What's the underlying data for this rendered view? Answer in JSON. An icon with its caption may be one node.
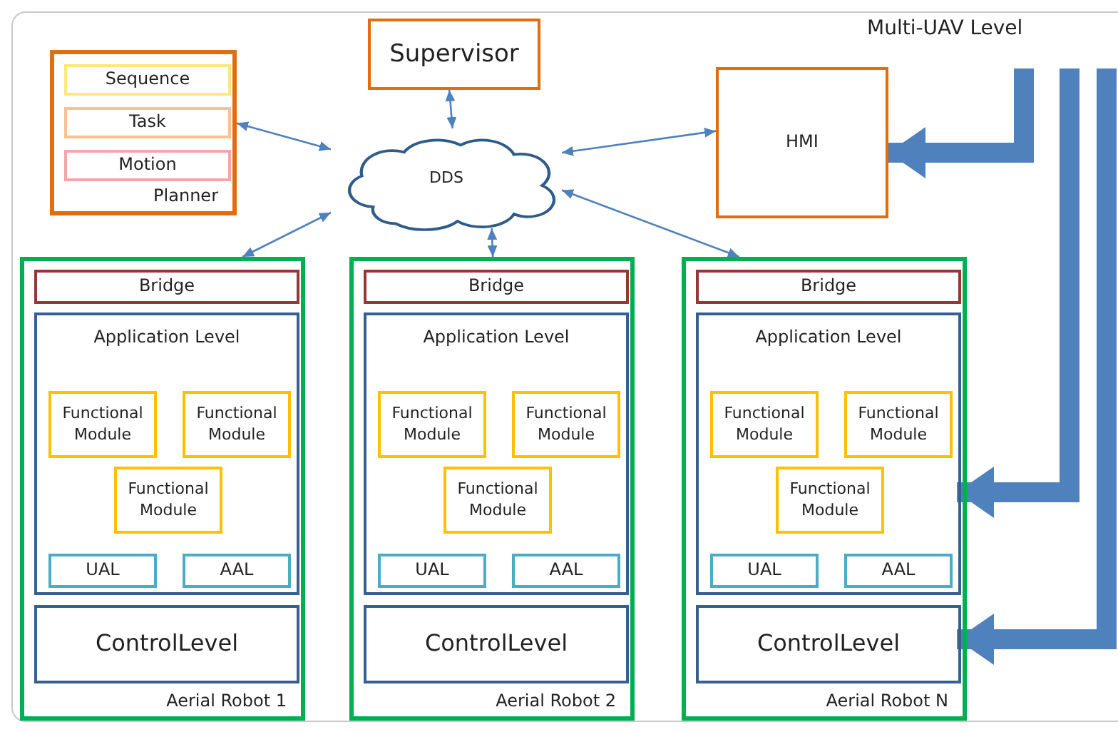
{
  "diagram": {
    "nodes": [
      {
        "text": [
          "Planner"
        ]
      },
      {
        "text": [
          "Sequence"
        ],
        "in": 0
      },
      {
        "text": [
          "Task"
        ],
        "in": 0
      },
      {
        "text": [
          "Motion"
        ],
        "in": 0
      },
      {
        "text": [
          "Supervisor"
        ]
      },
      {
        "text": [
          "DDS"
        ]
      },
      {
        "text": [
          "HMI"
        ]
      },
      {
        "text": [
          "Aerial Robot 1"
        ]
      },
      {
        "text": [
          "Bridge"
        ],
        "in": 7
      },
      {
        "text": [
          "Application Level"
        ],
        "in": 7
      },
      {
        "text": [
          "Functional Module"
        ],
        "in": 9
      },
      {
        "text": [
          "Functional Module"
        ],
        "in": 9
      },
      {
        "text": [
          "Functional Module"
        ],
        "in": 9
      },
      {
        "text": [
          "UAL"
        ],
        "in": 9
      },
      {
        "text": [
          "AAL"
        ],
        "in": 9
      },
      {
        "text": [
          "ControlLevel"
        ],
        "in": 7
      },
      {
        "text": [
          "Aerial Robot 2"
        ]
      },
      {
        "text": [
          "Bridge"
        ],
        "in": 16
      },
      {
        "text": [
          "Application Level"
        ],
        "in": 16
      },
      {
        "text": [
          "Functional Module"
        ],
        "in": 18
      },
      {
        "text": [
          "Functional Module"
        ],
        "in": 18
      },
      {
        "text": [
          "Functional Module"
        ],
        "in": 18
      },
      {
        "text": [
          "UAL"
        ],
        "in": 18
      },
      {
        "text": [
          "AAL"
        ],
        "in": 18
      },
      {
        "text": [
          "ControlLevel"
        ],
        "in": 16
      },
      {
        "text": [
          "Aerial Robot N"
        ]
      },
      {
        "text": [
          "Bridge"
        ],
        "in": 25
      },
      {
        "text": [
          "Application Level"
        ],
        "in": 25
      },
      {
        "text": [
          "Functional Module"
        ],
        "in": 27
      },
      {
        "text": [
          "Functional Module"
        ],
        "in": 27
      },
      {
        "text": [
          "Functional Module"
        ],
        "in": 27
      },
      {
        "text": [
          "UAL"
        ],
        "in": 27
      },
      {
        "text": [
          "AAL"
        ],
        "in": 27
      },
      {
        "text": [
          "ControlLevel"
        ],
        "in": 25
      }
    ],
    "edges": [
      {
        "from": 0,
        "to": 5,
        "arrow": "both"
      },
      {
        "from": 4,
        "to": 5,
        "arrow": "both"
      },
      {
        "from": 5,
        "to": 6,
        "arrow": "both"
      },
      {
        "from": 5,
        "to": 7,
        "arrow": "both"
      },
      {
        "from": 5,
        "to": 16,
        "arrow": "both"
      },
      {
        "from": 5,
        "to": 25,
        "arrow": "both"
      },
      {
        "from": null,
        "to": 6,
        "arrow": "to",
        "style": "thick",
        "color": "#4f81bd"
      },
      {
        "from": null,
        "to": 27,
        "arrow": "to",
        "style": "thick",
        "color": "#4f81bd"
      },
      {
        "from": null,
        "to": 33,
        "arrow": "to",
        "style": "thick",
        "color": "#4f81bd"
      }
    ],
    "labels": [
      "Multi-UAV Level"
    ]
  }
}
